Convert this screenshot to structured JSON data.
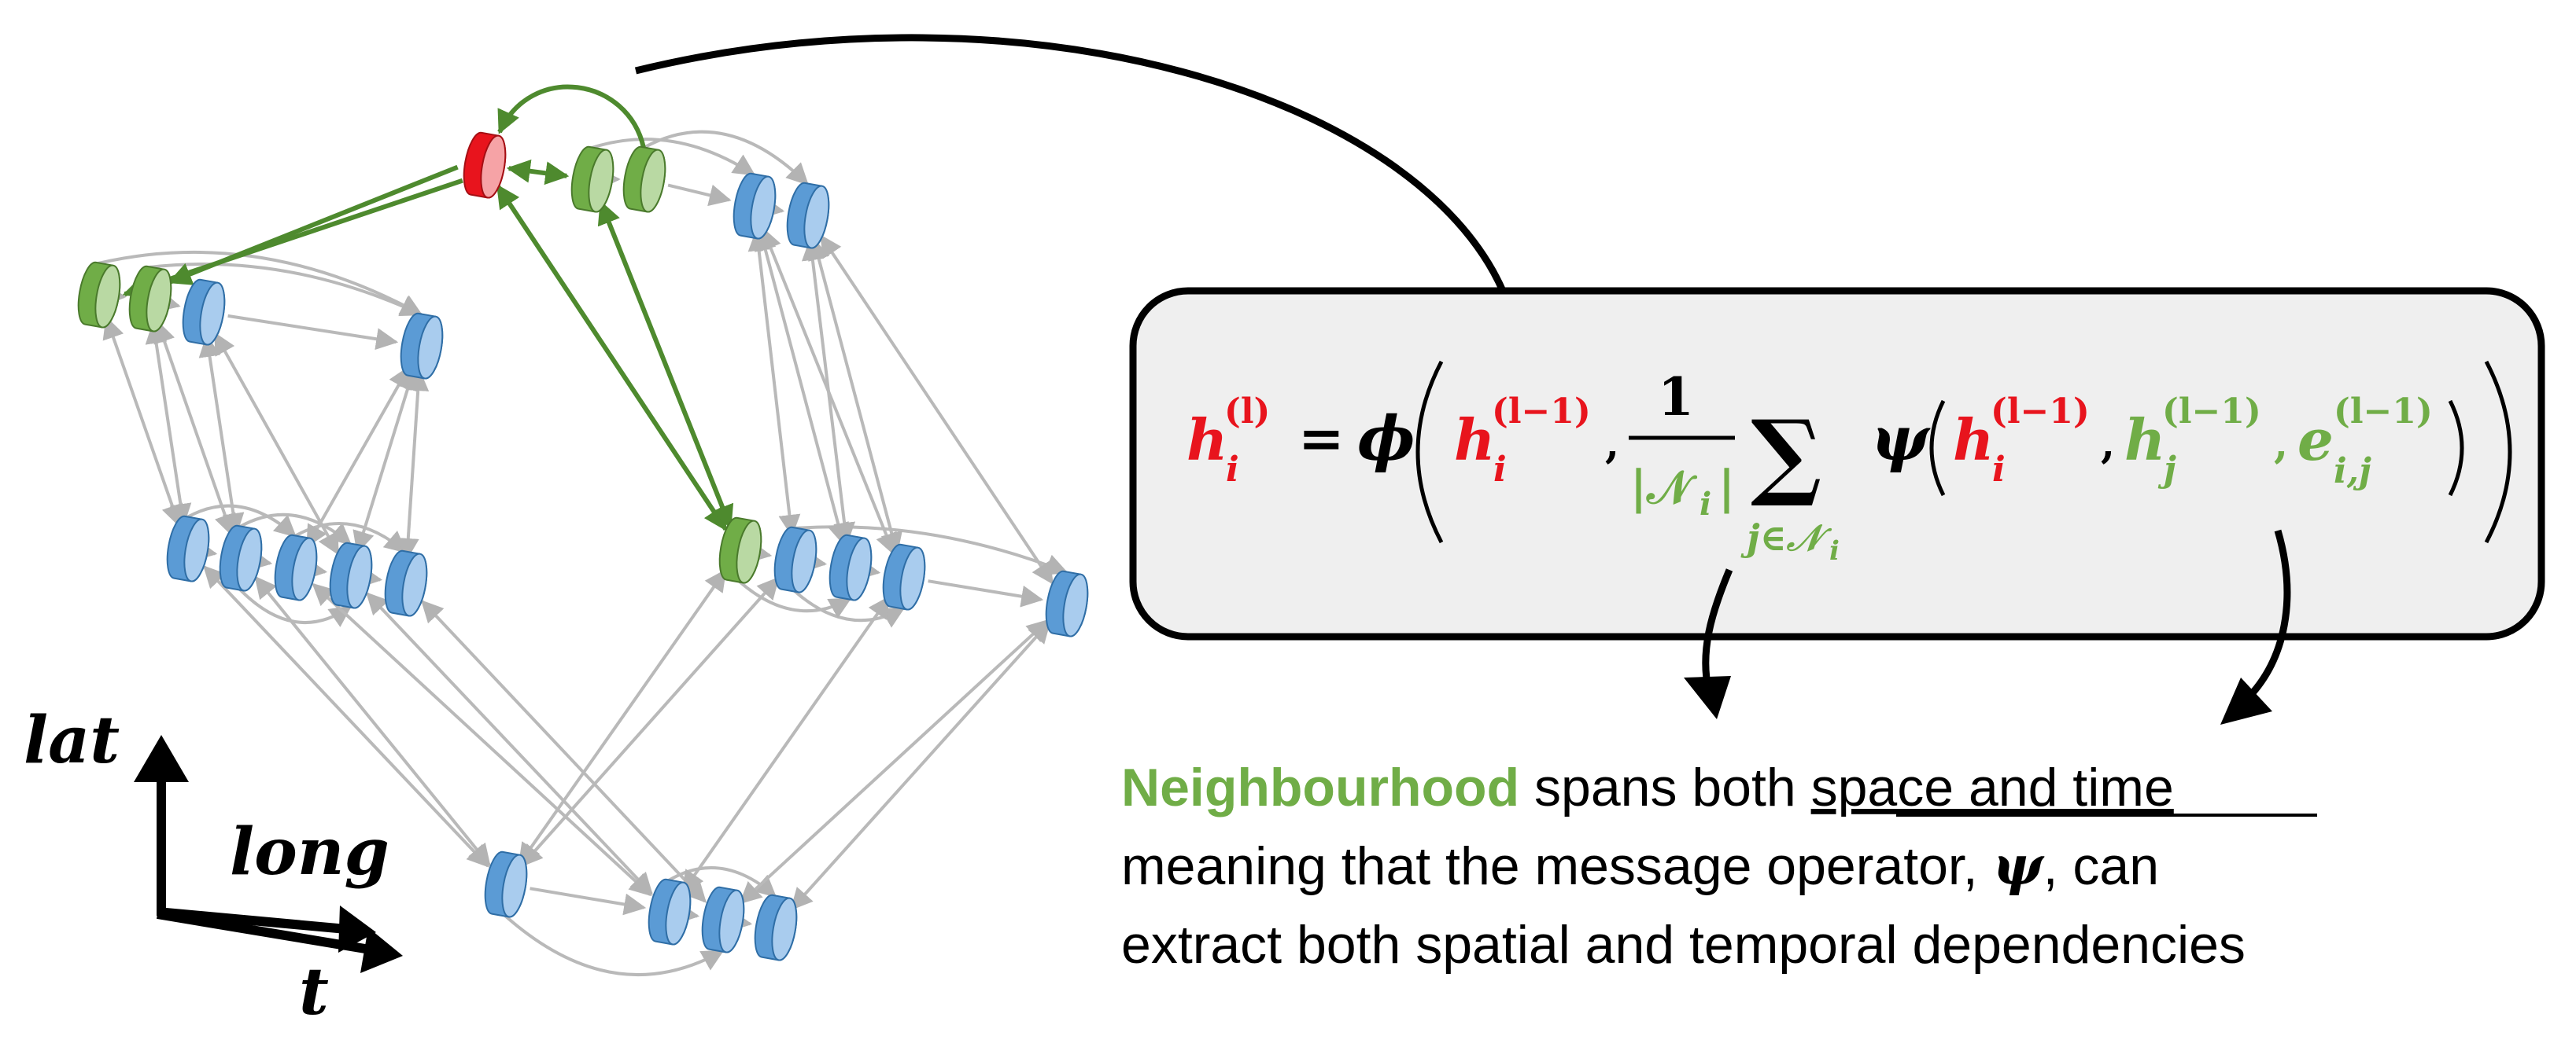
{
  "colors": {
    "red": "#e8141d",
    "green": "#70ad47",
    "blue": "#5b9bd5",
    "arrow_green": "#4e8a2e",
    "arrow_gray": "#b9b9b9",
    "box_fill": "#efefef"
  },
  "axes": {
    "lat": "lat",
    "long": "long",
    "t": "t"
  },
  "formula": {
    "lhs_h": "h",
    "lhs_sub": "i",
    "lhs_sup": "(l)",
    "eq": "=",
    "phi": "ϕ",
    "h1": "h",
    "h1_sub": "i",
    "h1_sup": "(l−1)",
    "comma1": ",",
    "frac_num": "1",
    "frac_den": "|𝒩",
    "frac_den_sub": "i",
    "frac_den_close": "|",
    "sum": "∑",
    "sum_sub": "j∈𝒩",
    "sum_sub_i": "i",
    "psi": "ψ",
    "h2": "h",
    "h2_sub": "i",
    "h2_sup": "(l−1)",
    "comma2": ",",
    "hj": "h",
    "hj_sub": "j",
    "hj_sup": "(l−1)",
    "comma3": ",",
    "e": "e",
    "e_sub": "i,j",
    "e_sup": "(l−1)"
  },
  "caption": {
    "highlight": "Neighbourhood",
    "line1_a": " spans both ",
    "line1_underlined": "space and time",
    "line2_a": "meaning that the message operator, ",
    "line2_psi": "ψ",
    "line2_b": ", can",
    "line3": "extract both spatial and temporal dependencies"
  }
}
